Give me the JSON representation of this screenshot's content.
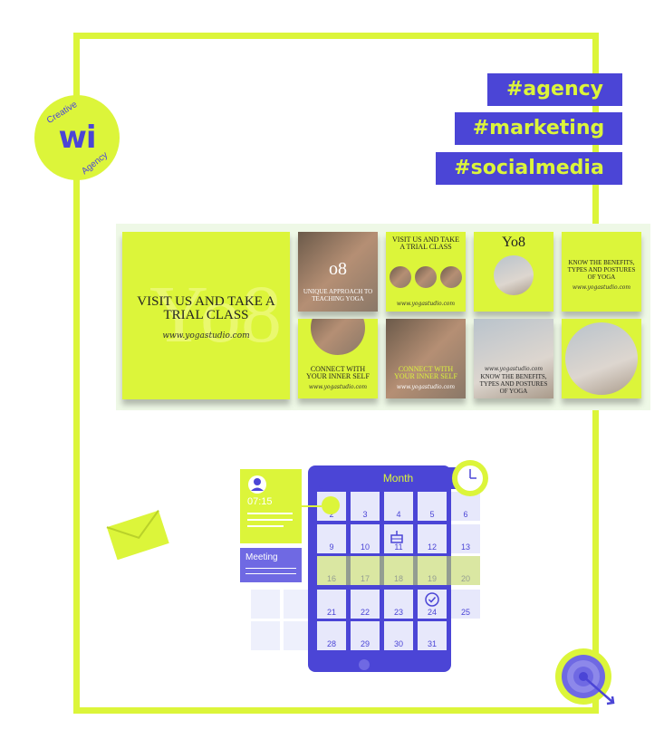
{
  "brand": {
    "initials": "wi",
    "arc_top": "Creative",
    "arc_bottom": "Agency"
  },
  "hashtags": [
    "#agency",
    "#marketing",
    "#socialmedia"
  ],
  "posts": {
    "big": {
      "headline": "VISIT US AND TAKE A TRIAL CLASS",
      "url": "www.yogastudio.com",
      "watermark": "Yo8"
    },
    "p1": {
      "logo": "o8",
      "text": "UNIQUE APPROACH TO TEACHING YOGA"
    },
    "p2": {
      "text": "VISIT US AND TAKE A TRIAL CLASS",
      "url": "www.yogastudio.com"
    },
    "p3": {
      "logo": "Yo8"
    },
    "p4": {
      "text": "KNOW THE BENEFITS, TYPES AND POSTURES OF YOGA",
      "url": "www.yogastudio.com"
    },
    "p5": {
      "text": "CONNECT WITH YOUR INNER SELF",
      "url": "www.yogastudio.com"
    },
    "p6": {
      "text": "CONNECT WITH YOUR INNER SELF",
      "url": "www.yogastudio.com"
    },
    "p7": {
      "text": "KNOW THE BENEFITS, TYPES AND POSTURES OF YOGA",
      "url": "www.yogastudio.com"
    }
  },
  "calendar": {
    "month_label": "Month",
    "time": "07:15",
    "meeting_label": "Meeting",
    "rows": [
      [
        "2",
        "3",
        "4",
        "5",
        "6"
      ],
      [
        "9",
        "10",
        "11",
        "12",
        "13"
      ],
      [
        "16",
        "17",
        "18",
        "19",
        "20"
      ],
      [
        "21",
        "22",
        "23",
        "24",
        "25"
      ],
      [
        "28",
        "29",
        "30",
        "31"
      ]
    ]
  },
  "icons": {
    "envelope": "envelope-icon",
    "clock": "clock-icon",
    "target": "target-icon",
    "cake": "cake-icon",
    "check": "check-circle-icon",
    "user": "user-icon"
  },
  "colors": {
    "lime": "#dcf53a",
    "indigo": "#4b45d6",
    "lavender": "#e7e8fb"
  }
}
